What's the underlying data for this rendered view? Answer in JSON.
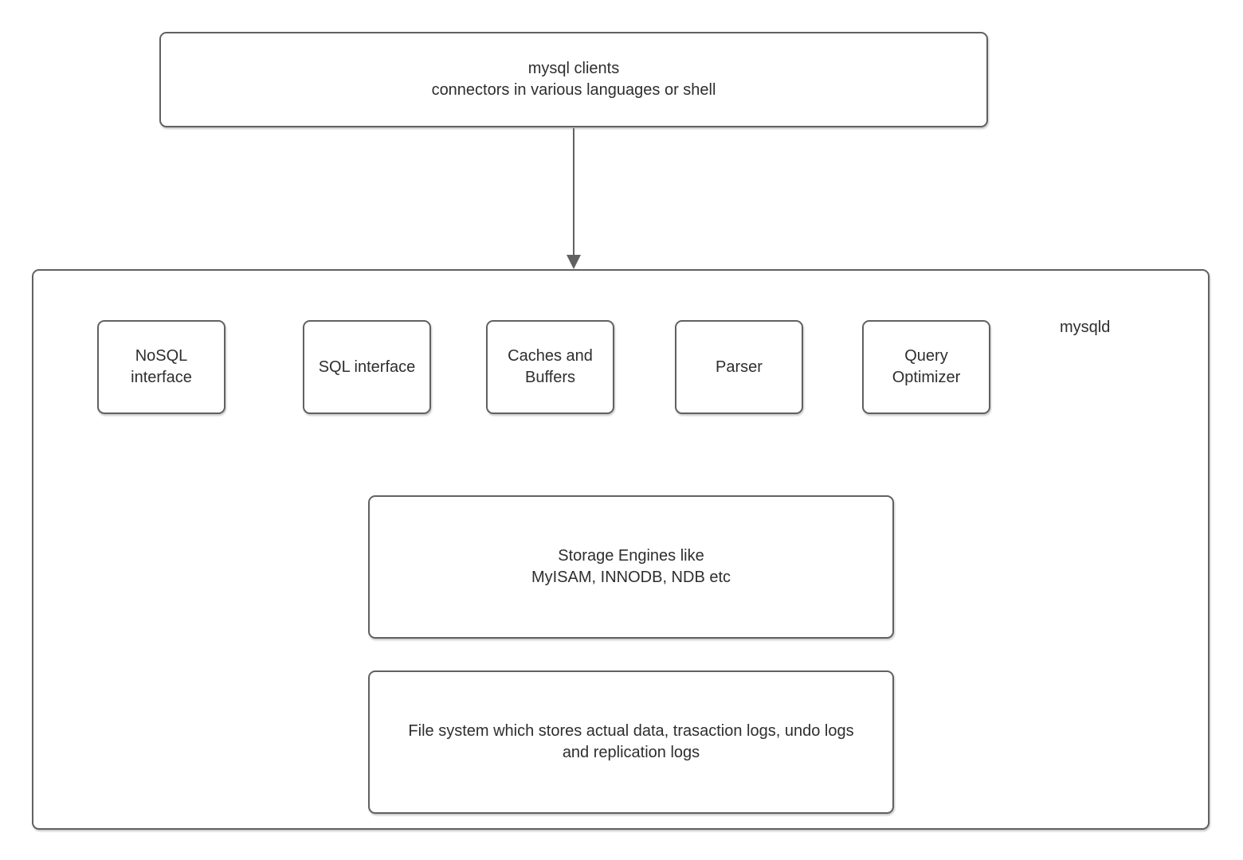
{
  "colors": {
    "background": "#ffffff",
    "box_border": "#616161",
    "text": "#2e2e2e",
    "arrow": "#616161"
  },
  "clients_box": {
    "label": "mysql clients\nconnectors in various languages or shell"
  },
  "mysqld_container": {
    "label": "mysqld"
  },
  "components": [
    {
      "id": "nosql-interface",
      "label": "NoSQL\ninterface"
    },
    {
      "id": "sql-interface",
      "label": "SQL interface"
    },
    {
      "id": "caches-and-buffers",
      "label": "Caches and\nBuffers"
    },
    {
      "id": "parser",
      "label": "Parser"
    },
    {
      "id": "query-optimizer",
      "label": "Query\nOptimizer"
    }
  ],
  "storage_box": {
    "label": "Storage Engines like\nMyISAM, INNODB, NDB etc"
  },
  "filesystem_box": {
    "label": "File system which stores actual data, trasaction logs, undo logs\nand replication logs"
  }
}
